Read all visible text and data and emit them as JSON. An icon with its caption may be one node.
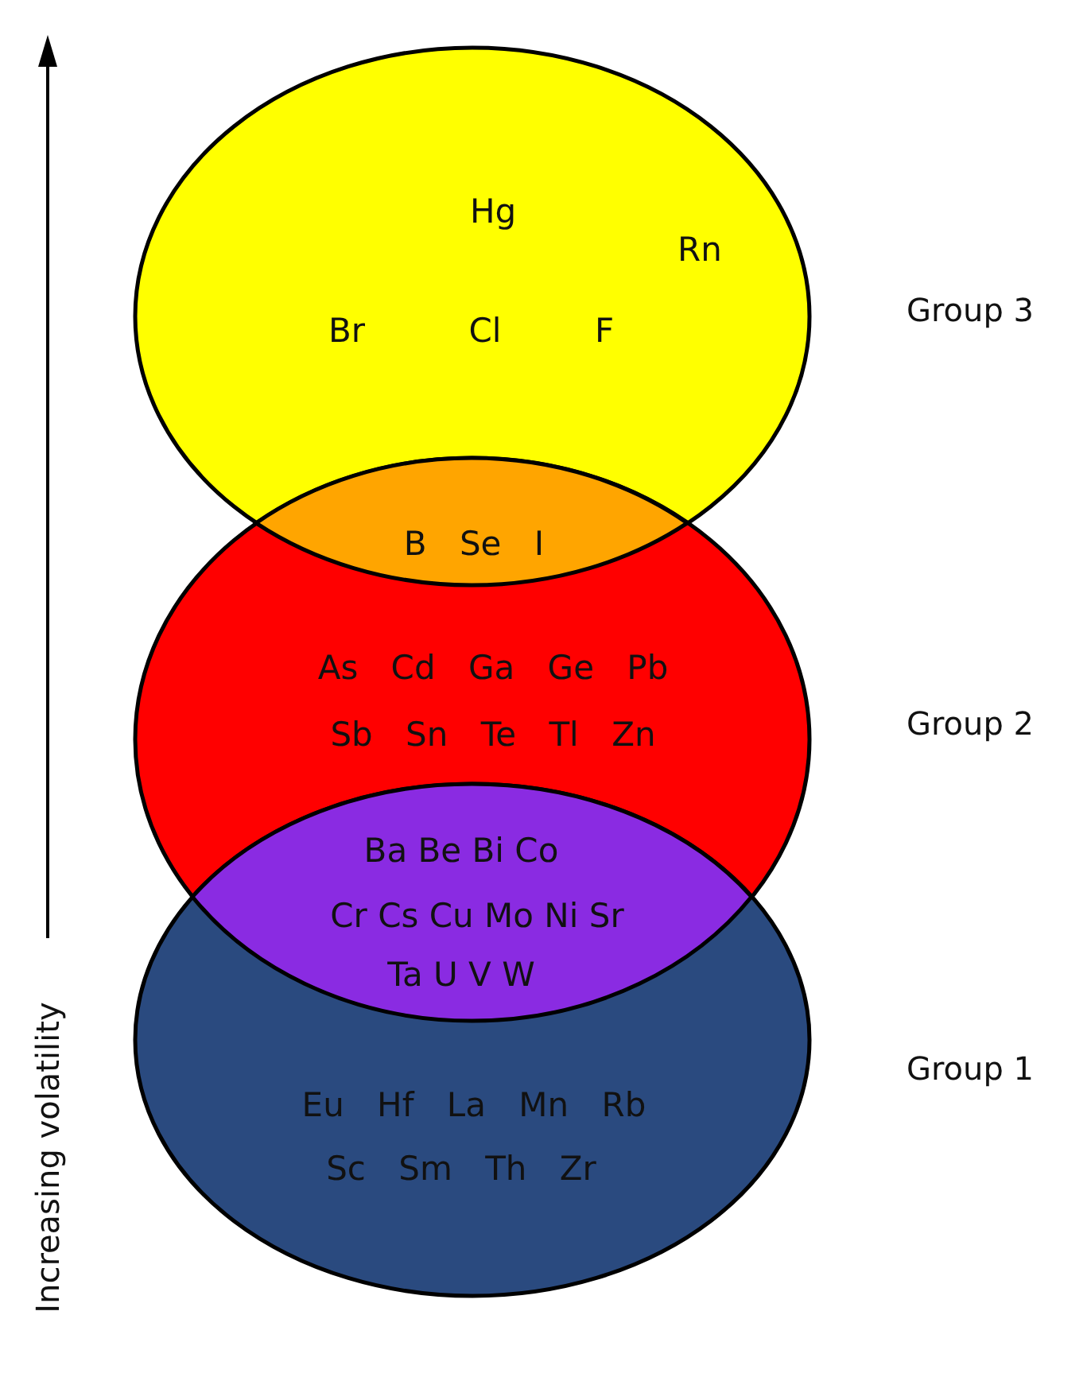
{
  "diagram": {
    "nodes": [
      {
        "text": [
          "Hg",
          "Rn",
          "Br",
          "Cl",
          "F"
        ],
        "beside": [
          "Group 3"
        ]
      },
      {
        "text": [
          "As Cd Ga Ge Pb",
          "Sb Sn Te Tl Zn"
        ],
        "beside": [
          "Group 2"
        ]
      },
      {
        "text": [
          "Eu Hf La Mn Rb",
          "Sc Sm Th Zr"
        ],
        "beside": [
          "Group 1"
        ]
      },
      {
        "text": [
          "B Se I"
        ]
      },
      {
        "text": [
          "Ba Be Bi Co",
          "Cr Cs Cu Mo Ni Sr",
          "Ta U V W"
        ]
      }
    ],
    "edges": [],
    "labels": [
      "Increasing volatility"
    ]
  }
}
